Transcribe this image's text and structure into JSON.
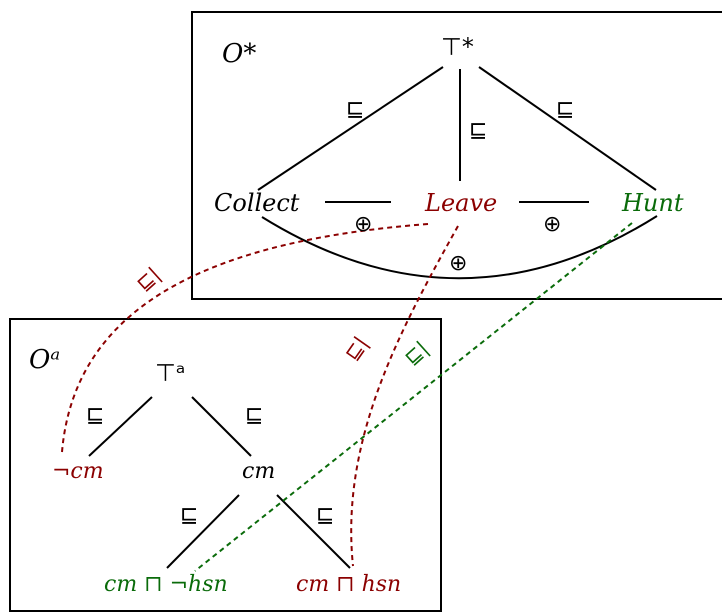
{
  "colors": {
    "black": "#000000",
    "red": "#8b0000",
    "green": "#0a6b0a"
  },
  "ostar": {
    "title": "O*",
    "top": "⊤*",
    "collect": "Collect",
    "leave": "Leave",
    "hunt": "Hunt",
    "edge_left": "⊑",
    "edge_mid": "⊑",
    "edge_right": "⊑",
    "oplus_1": "⊕",
    "oplus_2": "⊕",
    "oplus_3": "⊕"
  },
  "oa": {
    "title": "Oᵃ",
    "top": "⊤ᵃ",
    "not_cm": "¬cm",
    "cm": "cm",
    "cm_not_hsn": "cm ⊓ ¬hsn",
    "cm_hsn": "cm ⊓ hsn",
    "edge_top_left": "⊑",
    "edge_top_right": "⊑",
    "edge_cm_left": "⊑",
    "edge_cm_right": "⊑"
  },
  "mappings": {
    "leave_to_not_cm": "⊑|",
    "leave_to_cm_hsn": "⊑|",
    "hunt_to_cm_not_hsn": "⊑|"
  }
}
